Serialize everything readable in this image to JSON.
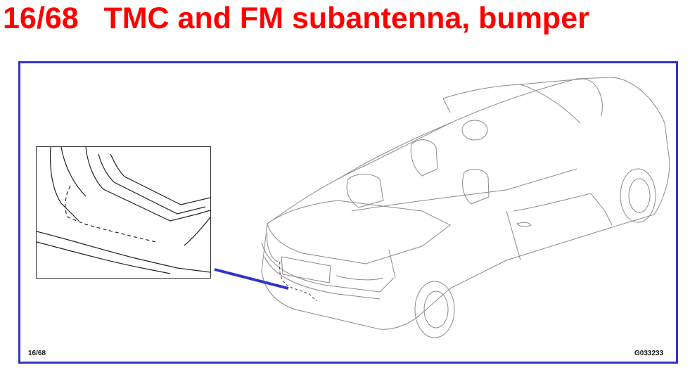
{
  "header": {
    "title": "16/68   TMC and FM subantenna, bumper"
  },
  "figure": {
    "page_ref": "16/68",
    "image_code": "G033233",
    "frame_color": "#3333cc",
    "leader_color": "#3333cc",
    "title_color": "#ff0000"
  }
}
